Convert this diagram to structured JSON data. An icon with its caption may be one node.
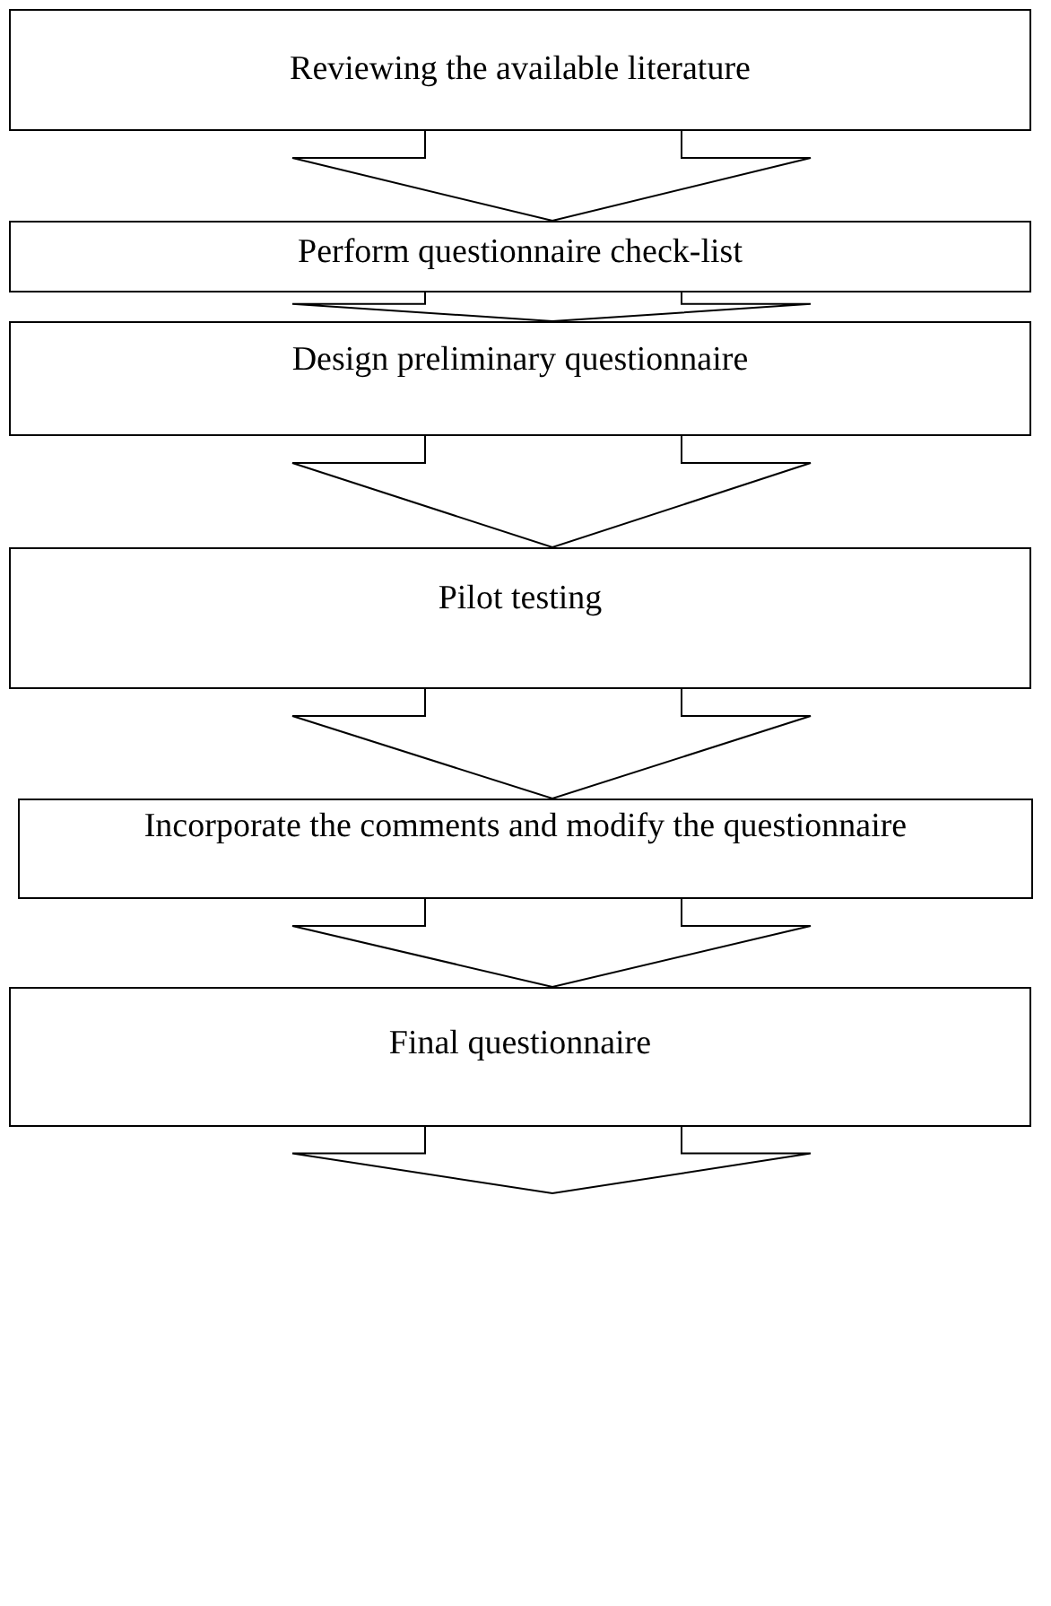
{
  "diagram": {
    "nodes": [
      {
        "text": [
          "Reviewing the available literature"
        ]
      },
      {
        "text": [
          "Perform questionnaire check-list"
        ]
      },
      {
        "text": [
          "Design preliminary questionnaire"
        ]
      },
      {
        "text": [
          "Pilot testing"
        ]
      },
      {
        "text": [
          "Incorporate the comments and modify the questionnaire"
        ]
      },
      {
        "text": [
          "Final questionnaire"
        ]
      }
    ],
    "edges": [
      {
        "from": 0,
        "to": 1,
        "arrow": "to"
      },
      {
        "from": 1,
        "to": 2,
        "arrow": "to"
      },
      {
        "from": 2,
        "to": 3,
        "arrow": "to"
      },
      {
        "from": 3,
        "to": 4,
        "arrow": "to"
      },
      {
        "from": 4,
        "to": 5,
        "arrow": "to"
      },
      {
        "from": 5,
        "to": null,
        "arrow": "to"
      }
    ]
  }
}
